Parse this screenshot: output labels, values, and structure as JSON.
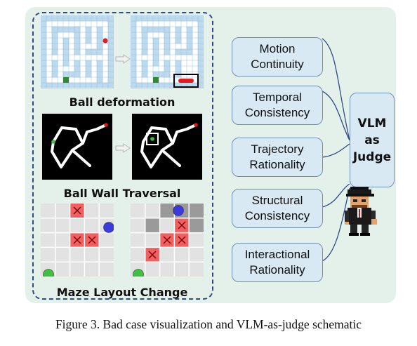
{
  "panels": [
    {
      "label": "Ball deformation"
    },
    {
      "label": "Ball Wall Traversal"
    },
    {
      "label": "Maze Layout Change"
    }
  ],
  "criteria": [
    {
      "line1": "Motion",
      "line2": "Continuity"
    },
    {
      "line1": "Temporal",
      "line2": "Consistency"
    },
    {
      "line1": "Trajectory",
      "line2": "Rationality"
    },
    {
      "line1": "Structural",
      "line2": "Consistency"
    },
    {
      "line1": "Interactional",
      "line2": "Rationality"
    }
  ],
  "judge": {
    "line1": "VLM",
    "line2": "as",
    "line3": "Judge"
  },
  "caption": "Figure 3. Bad case visualization and VLM-as-judge schematic",
  "colors": {
    "maze_wall": "#bcd9ee",
    "grid_cell": "#e2e2e2",
    "red_cell": "#f06060",
    "ball_red": "#e41a1c",
    "ball_green": "#3fc03f",
    "ball_blue": "#3b3bdc",
    "goal_green": "#2e8b2e"
  },
  "icons": [
    "arrow-right-icon",
    "judge-avatar-icon"
  ]
}
